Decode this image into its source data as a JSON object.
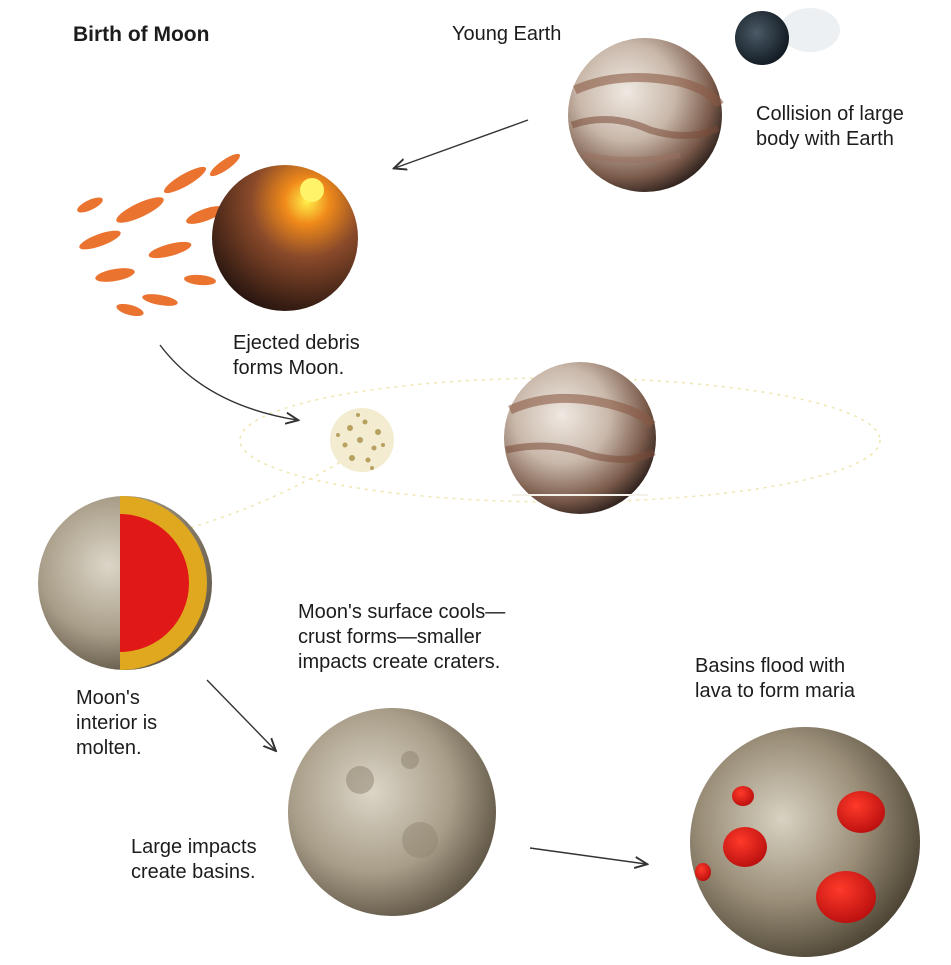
{
  "title": "Birth of Moon",
  "labels": {
    "young_earth": "Young Earth",
    "collision": "Collision of large\nbody with Earth",
    "ejected_debris": "Ejected debris\nforms Moon.",
    "moon_interior": "Moon's\ninterior is\nmolten.",
    "surface_cools": "Moon's surface cools—\ncrust forms—smaller\nimpacts create craters.",
    "basins_flood": "Basins flood with\nlava to form maria",
    "large_impacts": "Large impacts\ncreate basins."
  },
  "colors": {
    "lava_red": "#e01818",
    "crust_gold": "#e0a81e",
    "moon_gray": "#a89d88",
    "earth_brown": "#6e4030",
    "impactor_dark": "#1e2a34"
  }
}
